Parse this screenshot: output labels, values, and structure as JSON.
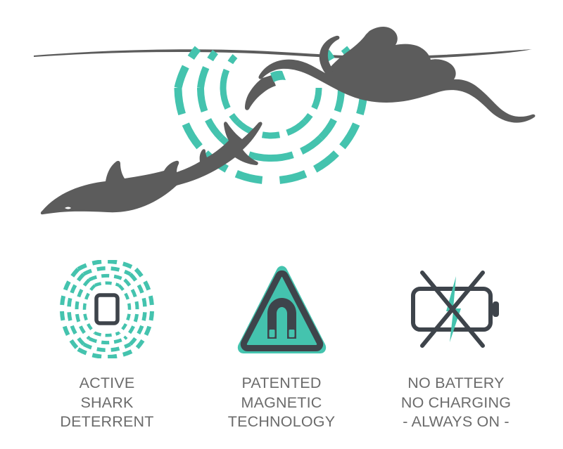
{
  "palette": {
    "background": "#ffffff",
    "teal": "#44c3ae",
    "figure_gray": "#5c5c5c",
    "icon_outline": "#3e444b",
    "caption_gray": "#6b6b6b"
  },
  "scene": {
    "name": "shark-deterrent-scene",
    "description": "Swimmer at the water surface wearing a teal ankle band emitting concentric dashed waves that repel an approaching shark below",
    "water_surface": "water-surface-line",
    "swimmer": "swimmer-silhouette",
    "shark": "shark-silhouette",
    "device": "ankle-band-device",
    "waves": "repelling-wave-arcs"
  },
  "features": [
    {
      "id": "active-shark-deterrent",
      "icon": "waves-emitting-device-icon",
      "caption_lines": [
        "ACTIVE",
        "SHARK",
        "DETERRENT"
      ]
    },
    {
      "id": "patented-magnetic-technology",
      "icon": "magnet-warning-triangle-icon",
      "caption_lines": [
        "PATENTED",
        "MAGNETIC",
        "TECHNOLOGY"
      ]
    },
    {
      "id": "no-battery-no-charging",
      "icon": "no-battery-crossed-out-icon",
      "caption_lines": [
        "NO BATTERY",
        "NO CHARGING",
        "- ALWAYS ON -"
      ]
    }
  ]
}
